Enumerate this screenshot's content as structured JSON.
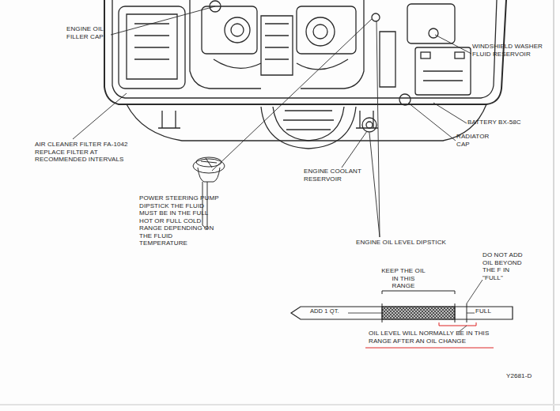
{
  "diagram": {
    "labels": [
      "ENGINE OIL FILLER CAP",
      "WINDSHIELD WASHER FLUID RESERVOIR",
      "AIR CLEANER FILTER FA-1042 REPLACE FILTER AT RECOMMENDED INTERVALS",
      "BATTERY BX-58C",
      "RADIATOR CAP",
      "ENGINE COOLANT RESERVOIR",
      "POWER STEERING PUMP DIPSTICK THE FLUID MUST BE IN THE FULL HOT OR FULL COLD RANGE DEPENDING ON THE FLUID TEMPERATURE",
      "ENGINE OIL LEVEL DIPSTICK",
      "KEEP THE OIL IN THIS RANGE",
      "DO NOT ADD OIL BEYOND THE F IN \"FULL\"",
      "ADD 1 QT.",
      "FULL",
      "OIL LEVEL WILL NORMALLY BE IN THIS RANGE AFTER AN OIL CHANGE",
      "Y2681-D"
    ]
  }
}
